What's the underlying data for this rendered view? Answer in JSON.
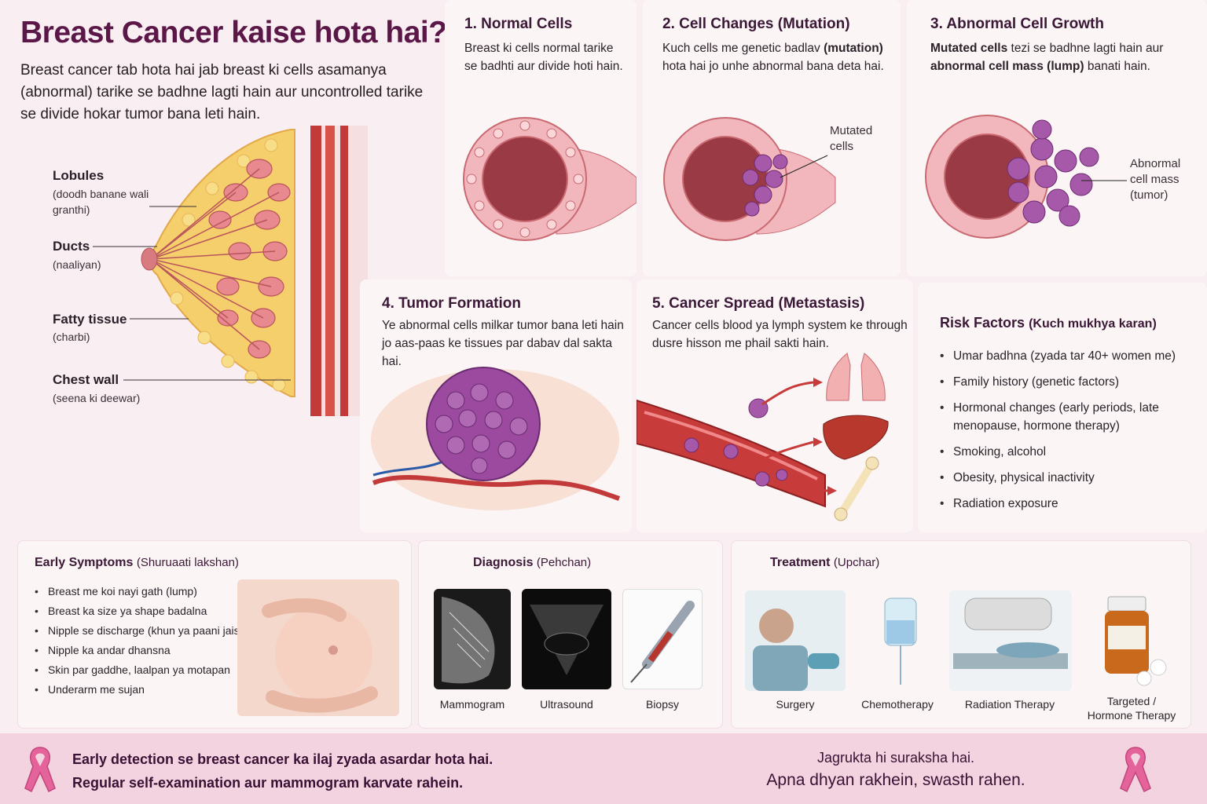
{
  "header": {
    "title": "Breast Cancer kaise hota hai?",
    "intro": "Breast cancer tab hota hai jab breast ki cells asamanya (abnormal) tarike se badhne lagti hain aur uncontrolled tarike se divide hokar tumor bana leti hain."
  },
  "anatomy": {
    "lobules": {
      "label": "Lobules",
      "sub": "(doodh banane wali granthi)"
    },
    "ducts": {
      "label": "Ducts",
      "sub": "(naaliyan)"
    },
    "fatty": {
      "label": "Fatty tissue",
      "sub": "(charbi)"
    },
    "chest": {
      "label": "Chest wall",
      "sub": "(seena ki deewar)"
    }
  },
  "steps": [
    {
      "title": "1. Normal Cells",
      "desc": "Breast ki cells normal tarike se badhti aur divide hoti hain."
    },
    {
      "title": "2. Cell Changes (Mutation)",
      "desc_a": "Kuch cells me genetic badlav ",
      "desc_b": "(mutation)",
      "desc_c": " hota hai jo unhe abnormal bana deta hai.",
      "callout": "Mutated cells"
    },
    {
      "title": "3. Abnormal Cell Growth",
      "desc_a": "Mutated cells",
      "desc_b": " tezi se badhne lagti hain aur ",
      "desc_c": "abnormal cell mass (lump)",
      "desc_d": " banati hain.",
      "callout": "Abnormal cell mass (tumor)"
    },
    {
      "title": "4. Tumor Formation",
      "desc": "Ye abnormal cells milkar tumor bana leti hain jo aas-paas ke tissues par dabav dal sakta hai."
    },
    {
      "title": "5. Cancer Spread (Metastasis)",
      "desc": "Cancer cells blood ya lymph system ke through dusre hisson me phail sakti hain."
    }
  ],
  "risk": {
    "title": "Risk Factors",
    "subtitle": "(Kuch mukhya karan)",
    "items": [
      "Umar badhna (zyada tar 40+ women me)",
      "Family history (genetic factors)",
      "Hormonal changes (early periods, late menopause, hormone therapy)",
      "Smoking, alcohol",
      "Obesity, physical inactivity",
      "Radiation exposure"
    ]
  },
  "symptoms": {
    "title": "Early Symptoms",
    "subtitle": "(Shuruaati lakshan)",
    "items": [
      "Breast me koi nayi gath (lump)",
      "Breast ka size ya shape badalna",
      "Nipple se discharge (khun ya paani jaisa)",
      "Nipple ka andar dhansna",
      "Skin par gaddhe, laalpan ya motapan",
      "Underarm me sujan"
    ]
  },
  "diagnosis": {
    "title": "Diagnosis",
    "subtitle": "(Pehchan)",
    "items": [
      "Mammogram",
      "Ultrasound",
      "Biopsy"
    ]
  },
  "treatment": {
    "title": "Treatment",
    "subtitle": "(Upchar)",
    "items": [
      "Surgery",
      "Chemotherapy",
      "Radiation Therapy",
      "Targeted / Hormone Therapy"
    ]
  },
  "footer": {
    "left_1": "Early detection se breast cancer ka ilaj zyada asardar hota hai.",
    "left_2": "Regular self-examination aur mammogram karvate rahein.",
    "right_1": "Jagrukta hi suraksha hai.",
    "right_2": "Apna dhyan rakhein, swasth rahen."
  },
  "colors": {
    "title": "#5b1747",
    "ribbon": "#e4639a",
    "cell": "#9b4aa0",
    "tissue": "#e8898f"
  }
}
